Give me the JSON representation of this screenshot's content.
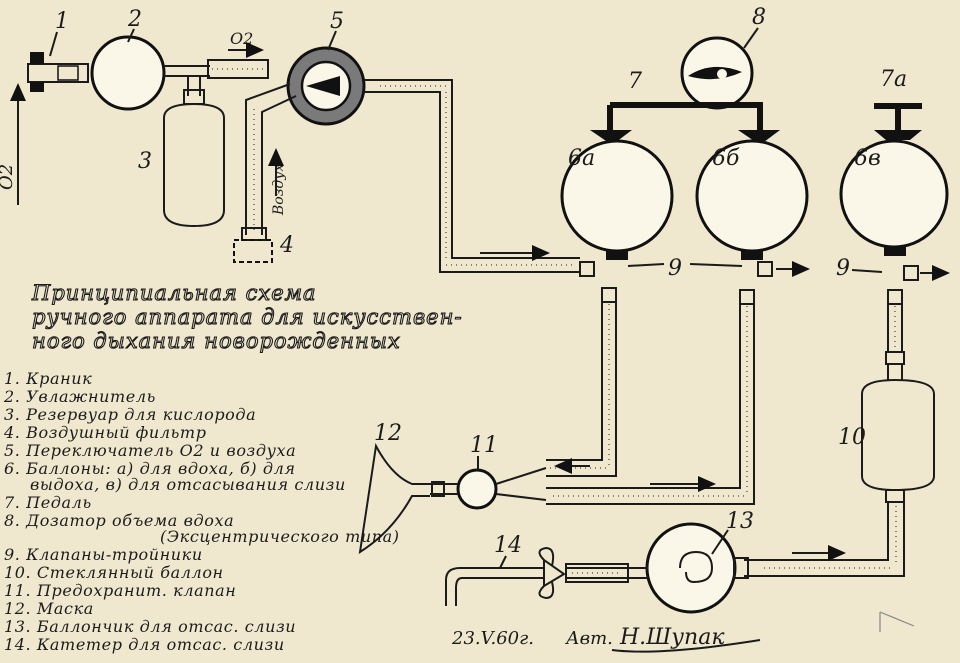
{
  "title_lines": [
    "Принципиальная схема",
    "ручного аппарата для искусствен-",
    "ного дыхания новорожденных"
  ],
  "legend": [
    "1. Краник",
    "2. Увлажнитель",
    "3. Резервуар для кислорода",
    "4. Воздушный фильтр",
    "5. Переключатель О2 и воздуха",
    "6. Баллоны: а) для вдоха, б) для",
    "выдоха, в) для отсасывания слизи",
    "7. Педаль",
    "8. Дозатор объема вдоха",
    "(Эксцентрического типа)",
    "9. Клапаны-тройники",
    "10. Стеклянный баллон",
    "11. Предохранит. клапан",
    "12. Маска",
    "13. Баллончик для отсас. слизи",
    "14. Катетер для отсас. слизи"
  ],
  "labels": {
    "n1": "1",
    "n2": "2",
    "n3": "3",
    "n4": "4",
    "n5": "5",
    "n6a": "6а",
    "n6b": "6б",
    "n6v": "6в",
    "n7": "7",
    "n7a": "7а",
    "n8": "8",
    "n9a": "9",
    "n9b": "9",
    "n10": "10",
    "n11": "11",
    "n12": "12",
    "n13": "13",
    "n14": "14",
    "o2_left": "О2",
    "o2_top": "О2",
    "air": "Воздух"
  },
  "footer": {
    "date": "23.V.60г.",
    "author_prefix": "Авт.",
    "signature": "Н.Шупак"
  }
}
